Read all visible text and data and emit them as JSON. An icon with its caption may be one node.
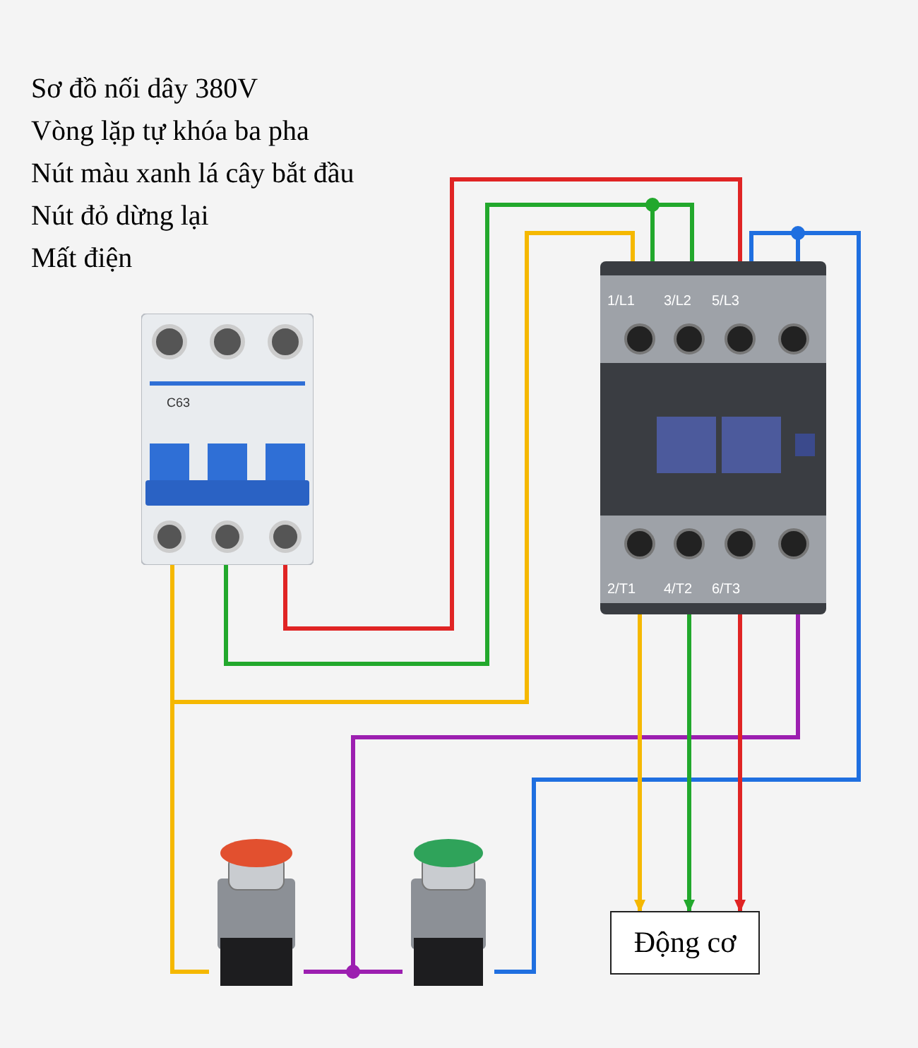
{
  "diagram": {
    "nodes": [
      {
        "text": [],
        "shape": "picture"
      },
      {
        "text": [],
        "shape": "picture"
      },
      {
        "text": [],
        "shape": "picture"
      },
      {
        "text": [],
        "shape": "picture"
      },
      {
        "text": [
          "Động cơ"
        ]
      }
    ],
    "edges": [
      {
        "from": 0,
        "to": 1,
        "arrow": "none",
        "color": "#e02424"
      },
      {
        "from": 0,
        "to": 1,
        "arrow": "none",
        "color": "#22a82c"
      },
      {
        "from": 0,
        "to": 1,
        "arrow": "none",
        "color": "#f5b800"
      },
      {
        "from": 0,
        "to": 2,
        "arrow": "none",
        "color": "#f5b800"
      },
      {
        "from": 2,
        "to": 3,
        "arrow": "none",
        "color": "#9c1fb0"
      },
      {
        "from": 1,
        "to": 2,
        "arrow": "none",
        "color": "#9c1fb0"
      },
      {
        "from": 3,
        "to": 1,
        "arrow": "none",
        "color": "#1f6fe0"
      },
      {
        "from": 1,
        "to": 4,
        "arrow": "to",
        "color": "#f5b800"
      },
      {
        "from": 1,
        "to": 4,
        "arrow": "to",
        "color": "#22a82c"
      },
      {
        "from": 1,
        "to": 4,
        "arrow": "to",
        "color": "#e02424"
      }
    ],
    "labels": [
      "Sơ đồ nối dây 380V",
      "Vòng lặp tự khóa ba pha",
      "Nút màu xanh lá cây bắt đầu",
      "Nút đỏ dừng lại",
      "Mất điện",
      "1/L1",
      "3/L2",
      "5/L3",
      "C63",
      "2/T1",
      "4/T2",
      "6/T3"
    ]
  }
}
